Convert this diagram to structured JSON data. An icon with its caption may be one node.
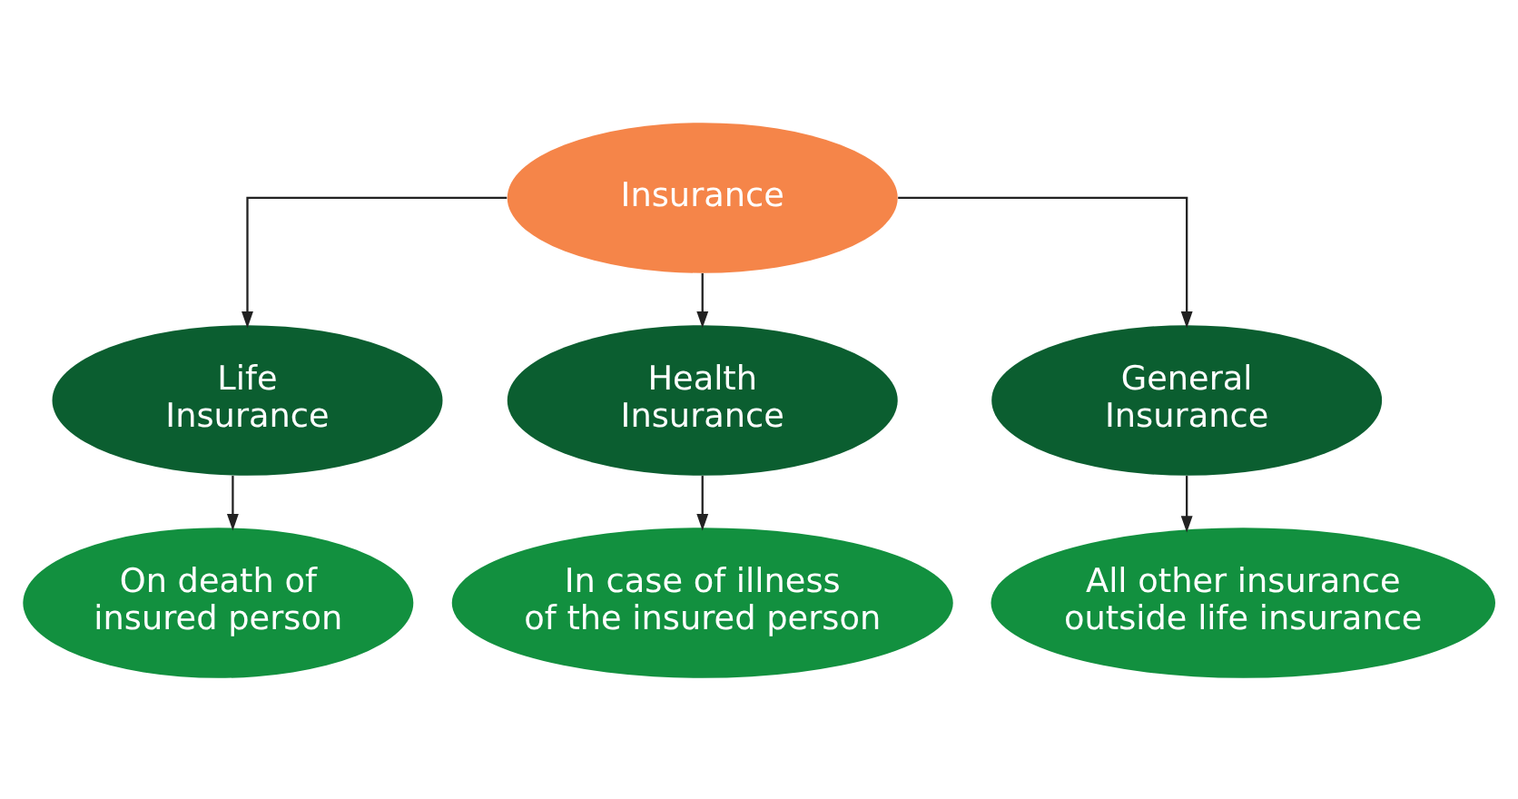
{
  "diagram": {
    "nodes": [
      {
        "text": [
          "Insurance"
        ]
      },
      {
        "text": [
          "Life Insurance"
        ]
      },
      {
        "text": [
          "Health Insurance"
        ]
      },
      {
        "text": [
          "General Insurance"
        ]
      },
      {
        "text": [
          "On death of insured person"
        ]
      },
      {
        "text": [
          "In case of illness of the insured person"
        ]
      },
      {
        "text": [
          "All other insurance outside life insurance"
        ]
      }
    ],
    "edges": [
      {
        "from": 0,
        "to": 1,
        "arrow": "to"
      },
      {
        "from": 0,
        "to": 2,
        "arrow": "to"
      },
      {
        "from": 0,
        "to": 3,
        "arrow": "to"
      },
      {
        "from": 1,
        "to": 4,
        "arrow": "to"
      },
      {
        "from": 2,
        "to": 5,
        "arrow": "to"
      },
      {
        "from": 3,
        "to": 6,
        "arrow": "to"
      }
    ]
  }
}
